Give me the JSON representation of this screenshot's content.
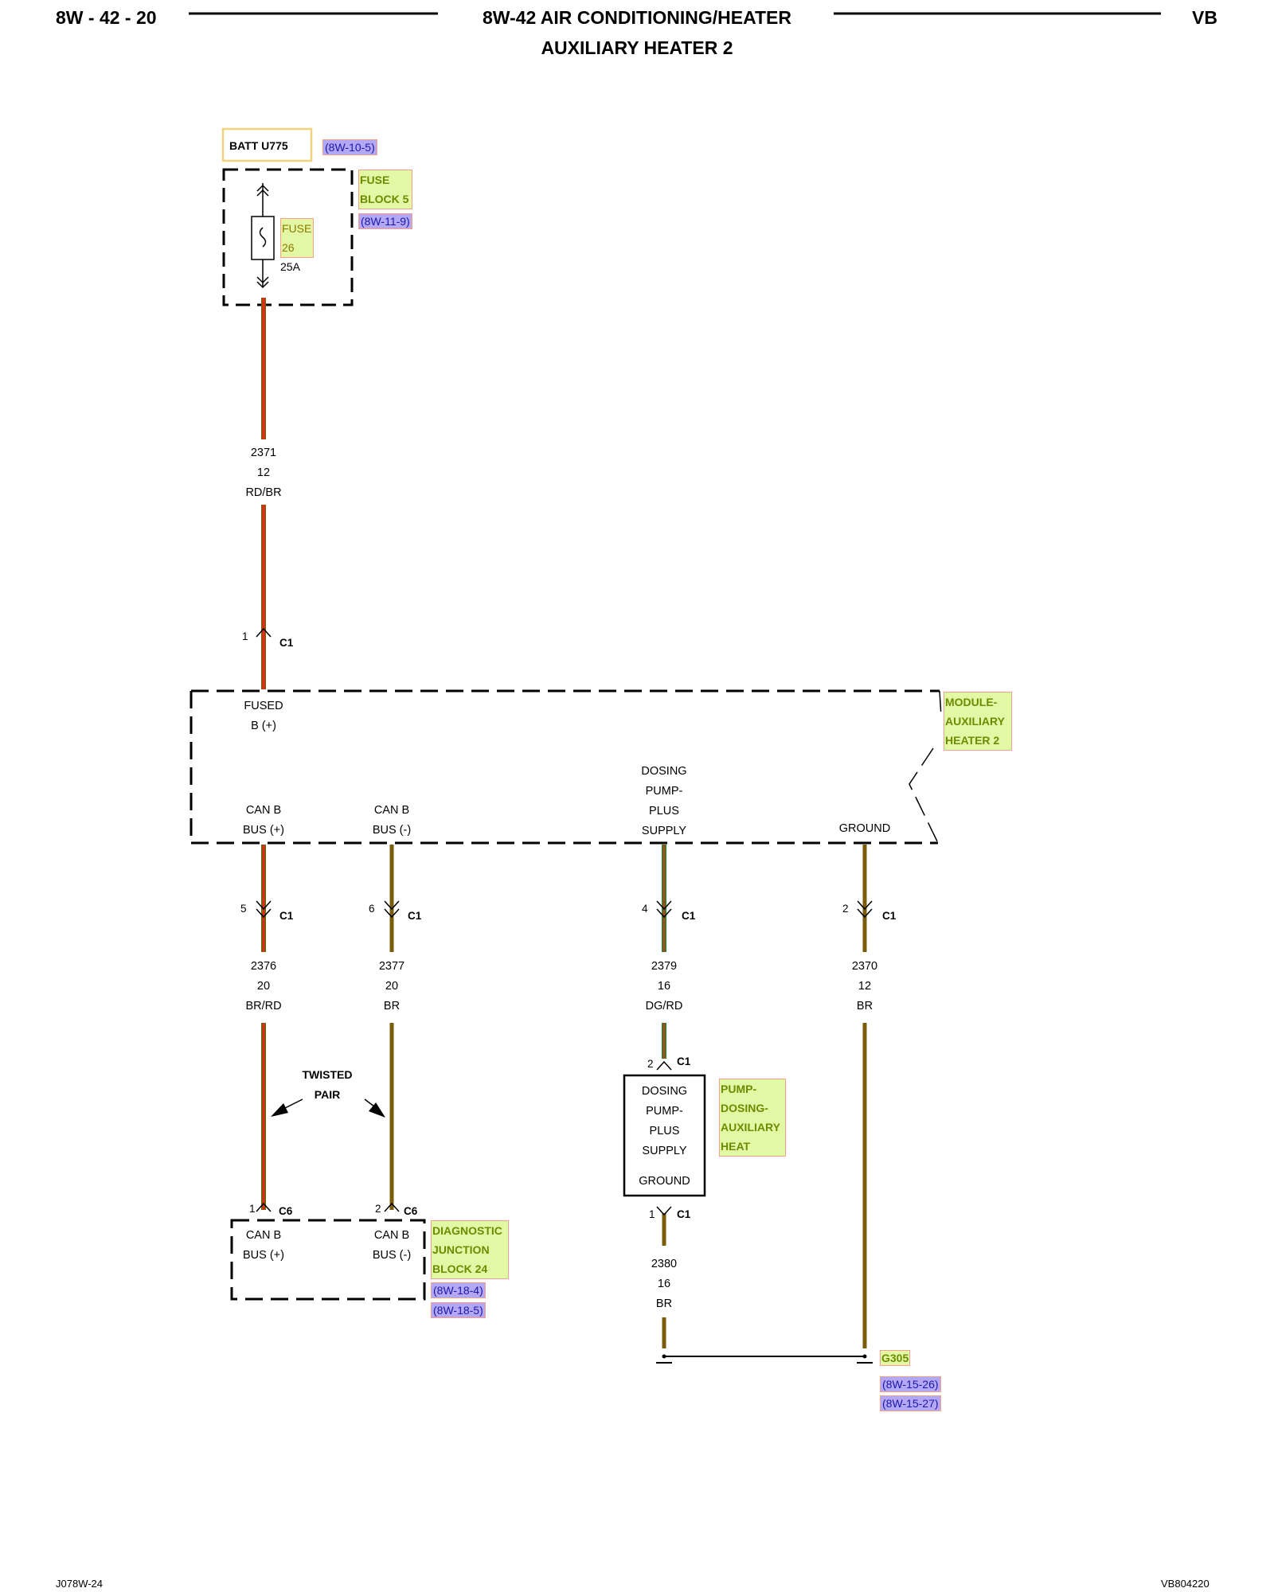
{
  "header": {
    "page_code": "8W - 42 - 20",
    "title": "8W-42 AIR CONDITIONING/HEATER",
    "subtitle": "AUXILIARY HEATER 2",
    "model": "VB"
  },
  "footer": {
    "left": "J078W-24",
    "right": "VB804220"
  },
  "batt": {
    "label": "BATT U775",
    "ref": "(8W-10-5)"
  },
  "fuse_block": {
    "label_1": "FUSE",
    "label_2": "BLOCK 5",
    "ref": "(8W-11-9)",
    "fuse_label_1": "FUSE",
    "fuse_label_2": "26",
    "rating": "25A"
  },
  "wires": {
    "w2371": {
      "circuit": "2371",
      "gauge": "12",
      "color": "RD/BR"
    },
    "w2376": {
      "circuit": "2376",
      "gauge": "20",
      "color": "BR/RD"
    },
    "w2377": {
      "circuit": "2377",
      "gauge": "20",
      "color": "BR"
    },
    "w2379": {
      "circuit": "2379",
      "gauge": "16",
      "color": "DG/RD"
    },
    "w2370": {
      "circuit": "2370",
      "gauge": "12",
      "color": "BR"
    },
    "w2380": {
      "circuit": "2380",
      "gauge": "16",
      "color": "BR"
    }
  },
  "connectors": {
    "c1_pin1": {
      "pin": "1",
      "name": "C1"
    },
    "c1_pin5": {
      "pin": "5",
      "name": "C1"
    },
    "c1_pin6": {
      "pin": "6",
      "name": "C1"
    },
    "c1_pin4": {
      "pin": "4",
      "name": "C1"
    },
    "c1_pin2": {
      "pin": "2",
      "name": "C1"
    },
    "pump_c1_pin2": {
      "pin": "2",
      "name": "C1"
    },
    "pump_c1_pin1": {
      "pin": "1",
      "name": "C1"
    },
    "c6_pin1": {
      "pin": "1",
      "name": "C6"
    },
    "c6_pin2": {
      "pin": "2",
      "name": "C6"
    }
  },
  "module": {
    "name_1": "MODULE-",
    "name_2": "AUXILIARY",
    "name_3": "HEATER 2",
    "fused_b_1": "FUSED",
    "fused_b_2": "B (+)",
    "canp_1": "CAN B",
    "canp_2": "BUS (+)",
    "canm_1": "CAN B",
    "canm_2": "BUS (-)",
    "dosing_1": "DOSING",
    "dosing_2": "PUMP-",
    "dosing_3": "PLUS",
    "dosing_4": "SUPPLY",
    "ground": "GROUND"
  },
  "twisted_pair": {
    "line_1": "TWISTED",
    "line_2": "PAIR"
  },
  "pump": {
    "name_1": "PUMP-",
    "name_2": "DOSING-",
    "name_3": "AUXILIARY",
    "name_4": "HEAT",
    "in_1": "DOSING",
    "in_2": "PUMP-",
    "in_3": "PLUS",
    "in_4": "SUPPLY",
    "ground": "GROUND"
  },
  "djb": {
    "name_1": "DIAGNOSTIC",
    "name_2": "JUNCTION",
    "name_3": "BLOCK 24",
    "ref_1": "(8W-18-4)",
    "ref_2": "(8W-18-5)",
    "canp_1": "CAN B",
    "canp_2": "BUS (+)",
    "canm_1": "CAN B",
    "canm_2": "BUS (-)"
  },
  "ground_point": {
    "name": "G305",
    "ref_1": "(8W-15-26)",
    "ref_2": "(8W-15-27)"
  },
  "colors": {
    "red": "#e8281e",
    "brown": "#7a5c0a",
    "dark_green": "#1e8a2a",
    "label_green_bg": "#e3f8a5",
    "ref_purple_bg": "#b4a7f5"
  }
}
